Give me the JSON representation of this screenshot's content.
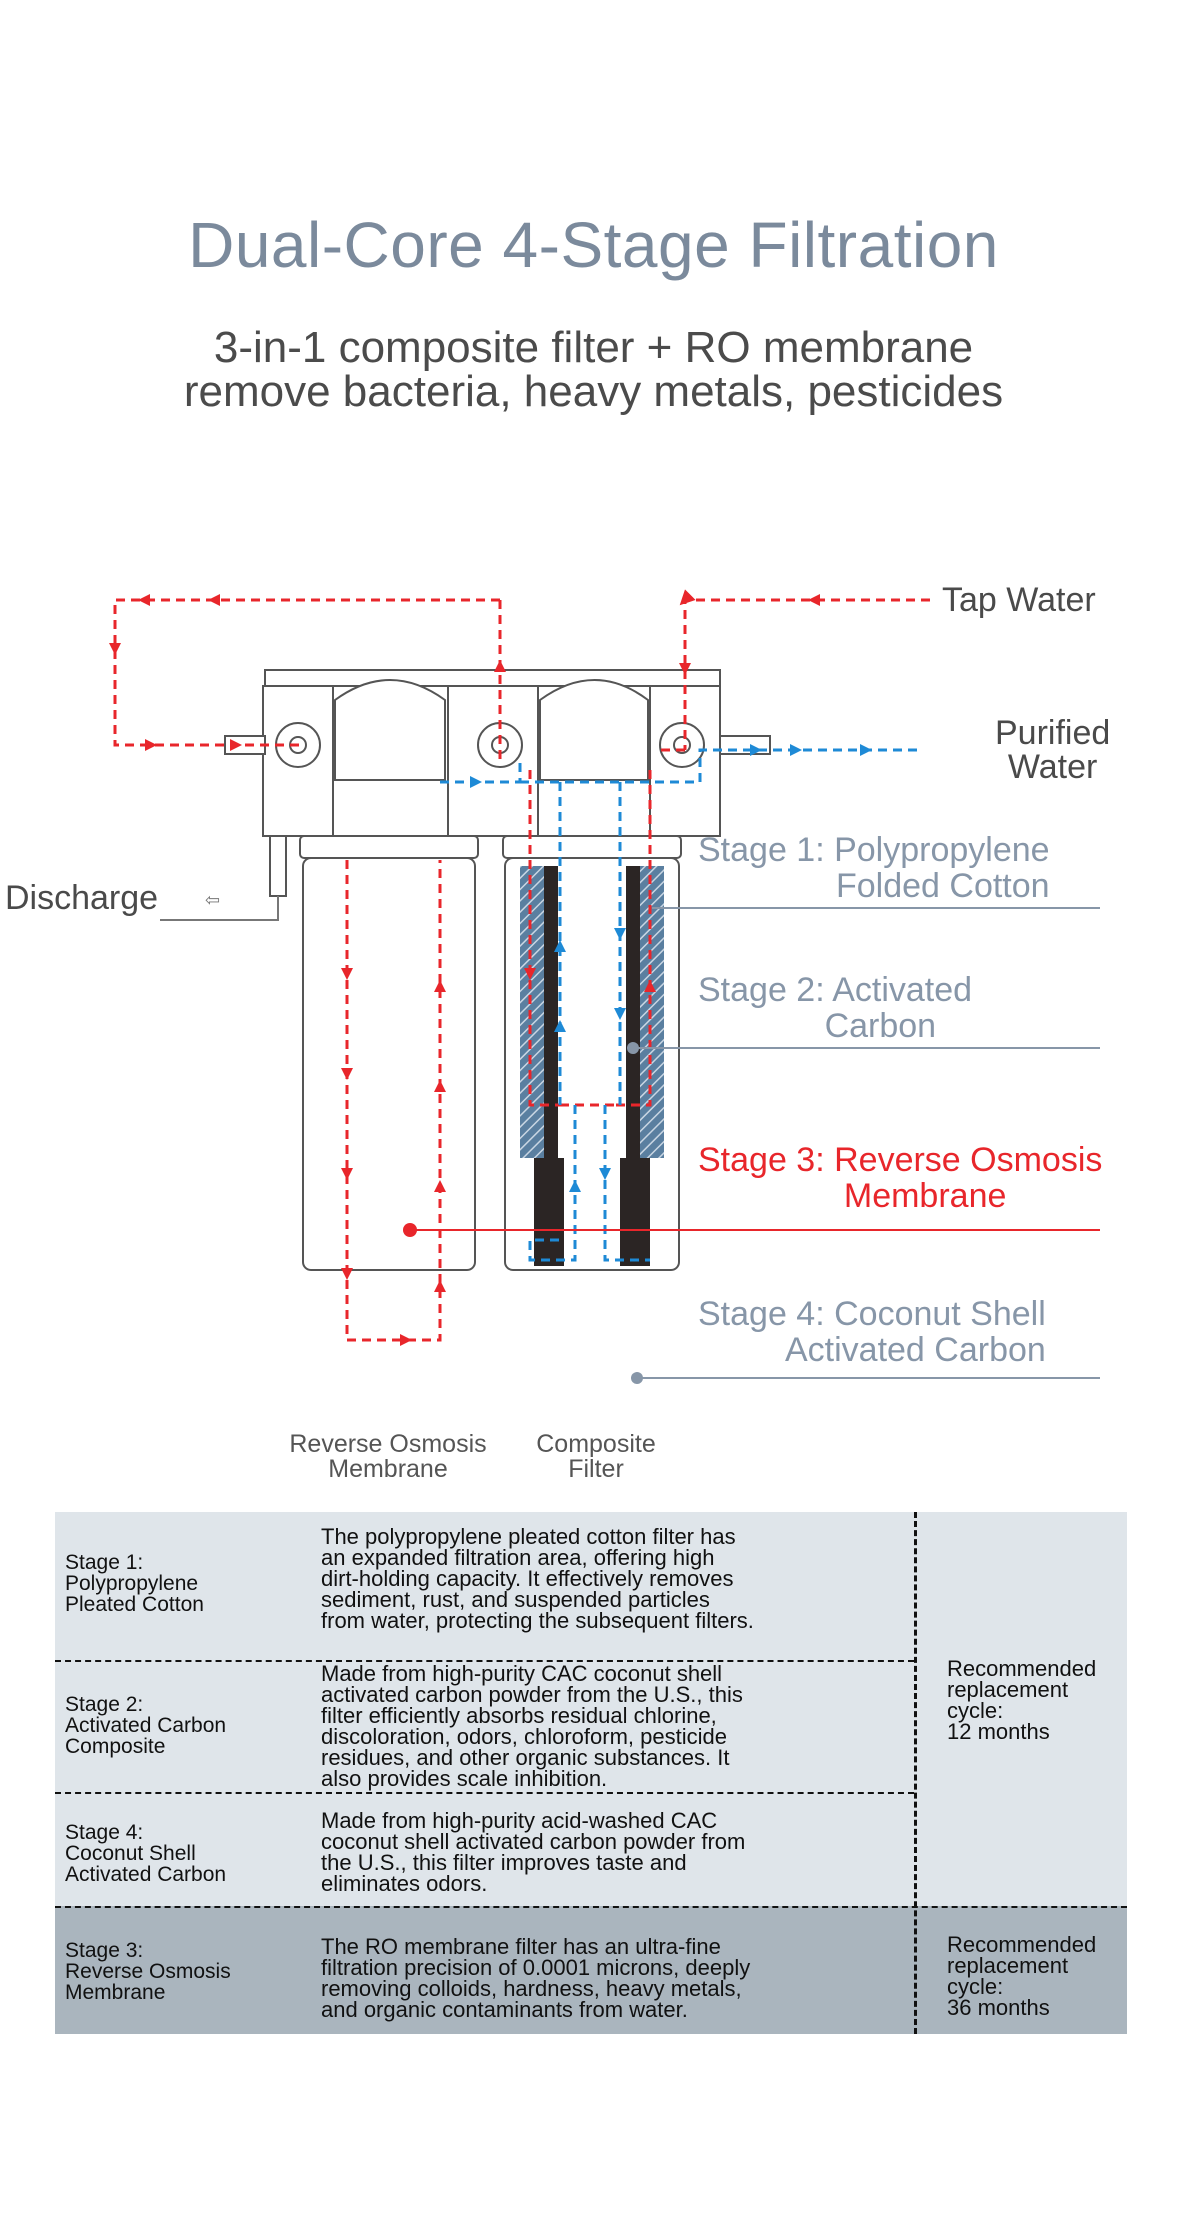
{
  "header": {
    "title": "Dual-Core 4-Stage Filtration",
    "subtitle_line1": "3-in-1 composite filter + RO membrane",
    "subtitle_line2": "remove bacteria, heavy metals, pesticides"
  },
  "diagram": {
    "inlet_label": "Tap Water",
    "outlet_label_line1": "Purified",
    "outlet_label_line2": "Water",
    "discharge_label": "Discharge",
    "stages": [
      {
        "line1": "Stage 1: Polypropylene",
        "line2": "Folded Cotton",
        "color": "#8796a8"
      },
      {
        "line1": "Stage 2: Activated",
        "line2": "Carbon",
        "color": "#8796a8"
      },
      {
        "line1": "Stage 3: Reverse Osmosis",
        "line2": "Membrane",
        "color": "#e8262b"
      },
      {
        "line1": "Stage 4: Coconut Shell",
        "line2": "Activated Carbon",
        "color": "#8796a8"
      }
    ],
    "captions": {
      "ro_line1": "Reverse Osmosis",
      "ro_line2": "Membrane",
      "composite_line1": "Composite",
      "composite_line2": "Filter"
    },
    "colors": {
      "raw_water": "#e8262b",
      "pure_water": "#1e8ad6",
      "outline": "#555555"
    }
  },
  "table": {
    "colors": {
      "light_bg": "#dfe5ea",
      "dark_bg": "#aab5be"
    },
    "rows": [
      {
        "name_lines": [
          "Stage 1:",
          "Polypropylene",
          "Pleated Cotton"
        ],
        "desc_lines": [
          "The polypropylene pleated cotton filter has",
          "an expanded filtration area, offering high",
          "dirt-holding capacity. It effectively removes",
          "sediment, rust, and suspended particles",
          "from water, protecting the subsequent filters."
        ]
      },
      {
        "name_lines": [
          "Stage 2:",
          "Activated Carbon",
          "Composite"
        ],
        "desc_lines": [
          "Made from high-purity CAC coconut shell",
          "activated carbon powder from the U.S., this",
          "filter efficiently absorbs residual chlorine,",
          "discoloration, odors, chloroform, pesticide",
          "residues, and other organic substances. It",
          "also provides scale inhibition."
        ]
      },
      {
        "name_lines": [
          "Stage 4:",
          "Coconut Shell",
          "Activated Carbon"
        ],
        "desc_lines": [
          "Made from high-purity acid-washed CAC",
          "coconut shell activated carbon powder from",
          "the U.S., this filter improves taste and",
          "eliminates odors."
        ]
      },
      {
        "name_lines": [
          "Stage 3:",
          "Reverse Osmosis",
          "Membrane"
        ],
        "desc_lines": [
          "The RO membrane filter has an ultra-fine",
          "filtration precision of 0.0001 microns, deeply",
          "removing colloids, hardness, heavy metals,",
          "and organic contaminants from water."
        ]
      }
    ],
    "cycle_12": [
      "Recommended",
      "replacement",
      "cycle:",
      "12 months"
    ],
    "cycle_36": [
      "Recommended",
      "replacement",
      "cycle:",
      "36 months"
    ]
  }
}
